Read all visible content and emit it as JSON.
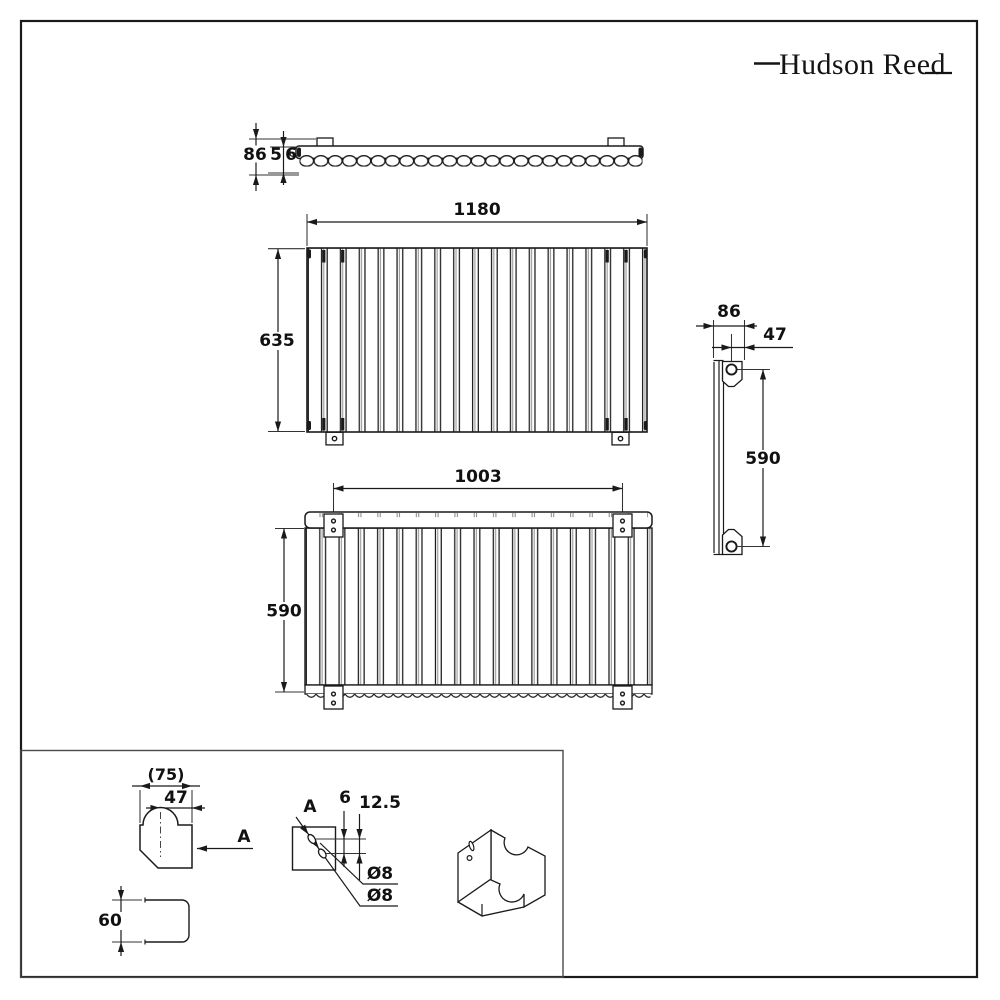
{
  "brand": {
    "name": "Hudson Reed"
  },
  "dimensions": {
    "top_view": {
      "total_depth": "86",
      "panel_depth_digit1": "5",
      "panel_depth_digit2": "6"
    },
    "front_view": {
      "width": "1180",
      "height": "635"
    },
    "side_view": {
      "depth": "86",
      "bracket_offset": "47",
      "bracket_vertical_spacing": "590"
    },
    "rear_view": {
      "bracket_horizontal_spacing": "1003",
      "height": "590"
    },
    "bracket_detail": {
      "width_reference": "(75)",
      "hole_offset": "47",
      "view_label": "A",
      "height": "60"
    },
    "view_a_detail": {
      "label": "A",
      "slot_width": "6",
      "slot_length": "12.5",
      "hole_diameter_1": "Ø8",
      "hole_diameter_2": "Ø8"
    }
  }
}
